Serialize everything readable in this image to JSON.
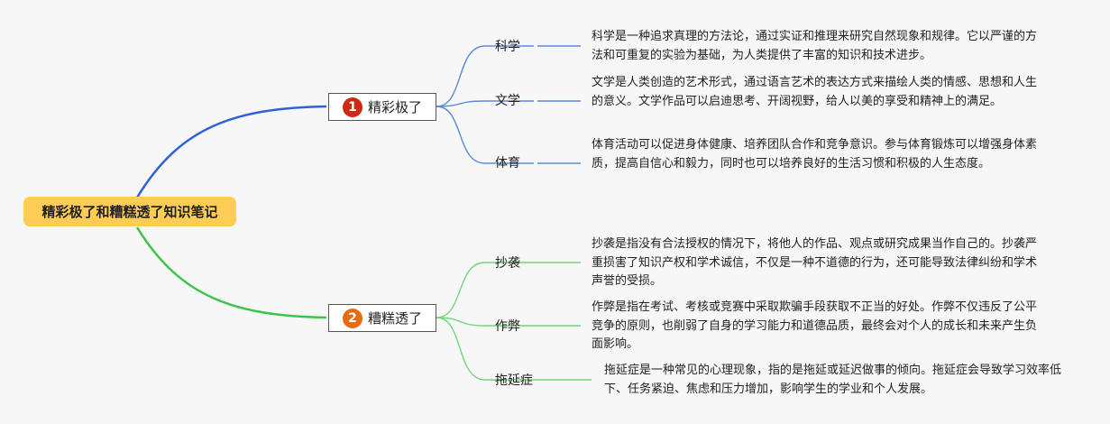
{
  "root": {
    "title": "精彩极了和糟糕透了知识笔记"
  },
  "colors": {
    "branch1": "#2e62d6",
    "branch2": "#3ec44a",
    "leaf1": "#5b8bd6",
    "leaf2": "#79d47e",
    "badge1": "#cc2a14",
    "badge2": "#e86a12"
  },
  "branches": [
    {
      "badge": "1",
      "label": "精彩极了",
      "leaves": [
        {
          "label": "科学",
          "note": "科学是一种追求真理的方法论，通过实证和推理来研究自然现象和规律。它以严谨的方法和可重复的实验为基础，为人类提供了丰富的知识和技术进步。"
        },
        {
          "label": "文学",
          "note": "文学是人类创造的艺术形式，通过语言艺术的表达方式来描绘人类的情感、思想和人生的意义。文学作品可以启迪思考、开阔视野，给人以美的享受和精神上的满足。"
        },
        {
          "label": "体育",
          "note": "体育活动可以促进身体健康、培养团队合作和竞争意识。参与体育锻炼可以增强身体素质，提高自信心和毅力，同时也可以培养良好的生活习惯和积极的人生态度。"
        }
      ]
    },
    {
      "badge": "2",
      "label": "糟糕透了",
      "leaves": [
        {
          "label": "抄袭",
          "note": "抄袭是指没有合法授权的情况下，将他人的作品、观点或研究成果当作自己的。抄袭严重损害了知识产权和学术诚信，不仅是一种不道德的行为，还可能导致法律纠纷和学术声誉的受损。"
        },
        {
          "label": "作弊",
          "note": "作弊是指在考试、考核或竞赛中采取欺骗手段获取不正当的好处。作弊不仅违反了公平竞争的原则，也削弱了自身的学习能力和道德品质，最终会对个人的成长和未来产生负面影响。"
        },
        {
          "label": "拖延症",
          "note": "拖延症是一种常见的心理现象，指的是拖延或延迟做事的倾向。拖延症会导致学习效率低下、任务紧迫、焦虑和压力增加，影响学生的学业和个人发展。"
        }
      ]
    }
  ]
}
